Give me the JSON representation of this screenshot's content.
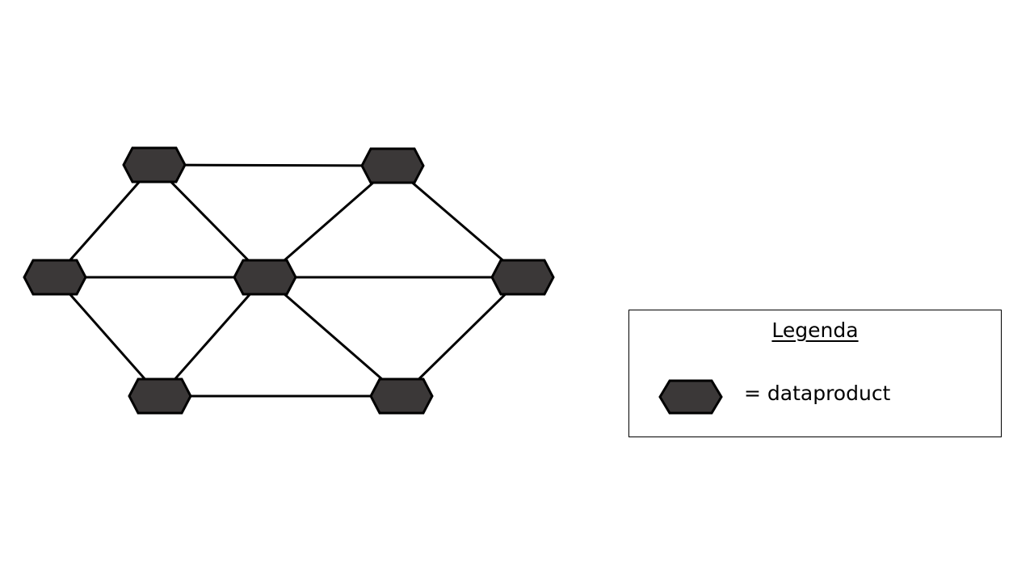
{
  "diagram": {
    "type": "network",
    "node_shape": "hexagon",
    "node_fill": "#3b3838",
    "stroke_color": "#000000",
    "nodes": [
      {
        "id": "top-left"
      },
      {
        "id": "top-right"
      },
      {
        "id": "left"
      },
      {
        "id": "center"
      },
      {
        "id": "right"
      },
      {
        "id": "bottom-left"
      },
      {
        "id": "bottom-right"
      }
    ],
    "edges": [
      [
        "top-left",
        "top-right"
      ],
      [
        "top-left",
        "left"
      ],
      [
        "top-left",
        "center"
      ],
      [
        "top-right",
        "center"
      ],
      [
        "top-right",
        "right"
      ],
      [
        "left",
        "center"
      ],
      [
        "center",
        "right"
      ],
      [
        "left",
        "bottom-left"
      ],
      [
        "center",
        "bottom-left"
      ],
      [
        "center",
        "bottom-right"
      ],
      [
        "right",
        "bottom-right"
      ],
      [
        "bottom-left",
        "bottom-right"
      ]
    ]
  },
  "legend": {
    "title": "Legenda",
    "items": [
      {
        "icon": "hexagon-icon",
        "label": "= dataproduct"
      }
    ]
  }
}
